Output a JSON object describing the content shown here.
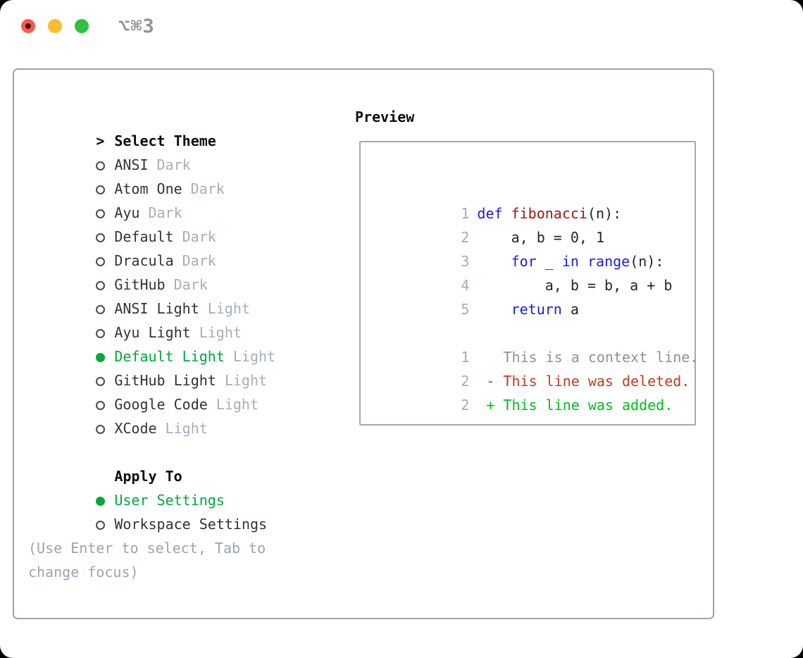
{
  "window": {
    "title": "⌥⌘3"
  },
  "theme_list": {
    "marker": ">",
    "header": "Select Theme",
    "items": [
      {
        "name": "ANSI",
        "variant": "Dark",
        "selected": false
      },
      {
        "name": "Atom One",
        "variant": "Dark",
        "selected": false
      },
      {
        "name": "Ayu",
        "variant": "Dark",
        "selected": false
      },
      {
        "name": "Default",
        "variant": "Dark",
        "selected": false
      },
      {
        "name": "Dracula",
        "variant": "Dark",
        "selected": false
      },
      {
        "name": "GitHub",
        "variant": "Dark",
        "selected": false
      },
      {
        "name": "ANSI Light",
        "variant": "Light",
        "selected": false
      },
      {
        "name": "Ayu Light",
        "variant": "Light",
        "selected": false
      },
      {
        "name": "Default Light",
        "variant": "Light",
        "selected": true
      },
      {
        "name": "GitHub Light",
        "variant": "Light",
        "selected": false
      },
      {
        "name": "Google Code",
        "variant": "Light",
        "selected": false
      },
      {
        "name": "XCode",
        "variant": "Light",
        "selected": false
      }
    ]
  },
  "apply_to": {
    "header": "Apply To",
    "options": [
      {
        "label": "User Settings",
        "selected": true
      },
      {
        "label": "Workspace Settings",
        "selected": false
      }
    ]
  },
  "hint": "(Use Enter to select, Tab to change focus)",
  "preview": {
    "header": "Preview",
    "code_lines": [
      {
        "num": "1",
        "tokens": {
          "0": {
            "t": "def "
          },
          "1": {
            "t": "fibonacci"
          },
          "2": {
            "t": "(n):"
          }
        }
      },
      {
        "num": "2",
        "tokens": {
          "0": {
            "t": "    a, b = 0, 1"
          }
        }
      },
      {
        "num": "3",
        "tokens": {
          "0": {
            "t": "    "
          },
          "1": {
            "t": "for"
          },
          "2": {
            "t": " _ "
          },
          "3": {
            "t": "in"
          },
          "4": {
            "t": " "
          },
          "5": {
            "t": "range"
          },
          "6": {
            "t": "(n):"
          }
        }
      },
      {
        "num": "4",
        "tokens": {
          "0": {
            "t": "        a, b = b, a + b"
          }
        }
      },
      {
        "num": "5",
        "tokens": {
          "0": {
            "t": "    "
          },
          "1": {
            "t": "return"
          },
          "2": {
            "t": " a"
          }
        }
      }
    ],
    "diff_lines": [
      {
        "num": "1",
        "sign": " ",
        "text": "This is a context line.",
        "kind": "context"
      },
      {
        "num": "2",
        "sign": "-",
        "text": "This line was deleted.",
        "kind": "deleted"
      },
      {
        "num": "2",
        "sign": "+",
        "text": "This line was added.",
        "kind": "added"
      }
    ]
  },
  "colors": {
    "accent_selected": "#00a83e",
    "keyword_blue": "#1b1de4",
    "function_red": "#a31515",
    "diff_deleted": "#c43a21",
    "diff_added": "#00bf18",
    "muted_gray": "#a5aeba",
    "panel_border": "#9aa3ad",
    "traffic_red": "#f05c50",
    "traffic_yellow": "#f8bd32",
    "traffic_green": "#2fc13e"
  }
}
